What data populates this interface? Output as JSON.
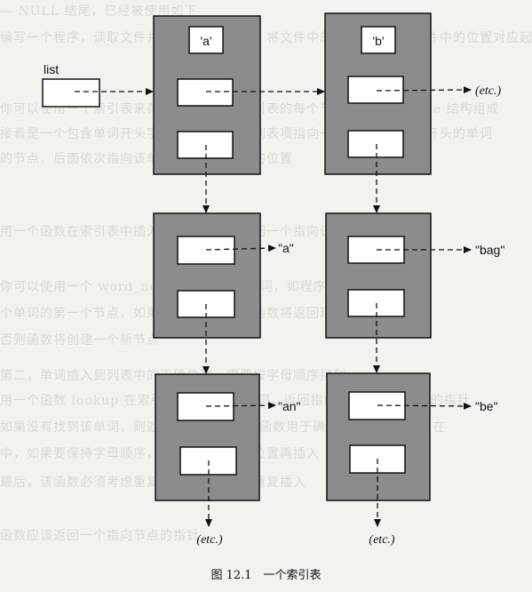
{
  "diagram": {
    "list_label": "list",
    "keys": [
      "'a'",
      "'b'"
    ],
    "leaf_labels": [
      "\"a\"",
      "\"bag\"",
      "\"an\"",
      "\"be\""
    ],
    "etc_label": "(etc.)"
  },
  "caption": "图 12.1　一个索引表",
  "bleed_through_text": [
    "— NULL 结尾，已经被使用如下",
    "编写一个程序，读取文件并创建一个索引表，将文件中的单词与它们在文件中的位置对应起来",
    "你可以使用一个索引表来存储这些单词，索引表的每个节点由 word_node 结构组成",
    "接着是一个包含单词开头字母的列表，每个列表项指向一个包含以该字母开头的单词",
    "的节点，后面依次指向该单词在文件中出现的位置",
    "用一个函数在索引表中插入一个单词，并返回一个指向该单词节点的指针",
    "你可以使用一个 word_node 结构来存储单词，如程序 12.7 所示",
    "个单词的第一个节点，如果单词已经存在，函数将返回现有节点",
    "否则函数将创建一个新节点",
    "第二，单词插入到列表中的正确位置，需要按字母顺序排列",
    "用一个函数 lookup 在索引表中查找一个单词，返回指向该单词所在节点的指针",
    "如果没有找到该单词，则返回 NULL，这个函数用于确定单词是否已经存在",
    "中，如果要保持字母顺序，应该先找到它的位置再插入",
    "最后，该函数必须考虑重复的单词，不应该重复插入",
    "函数应该返回一个指向节点的指针"
  ]
}
